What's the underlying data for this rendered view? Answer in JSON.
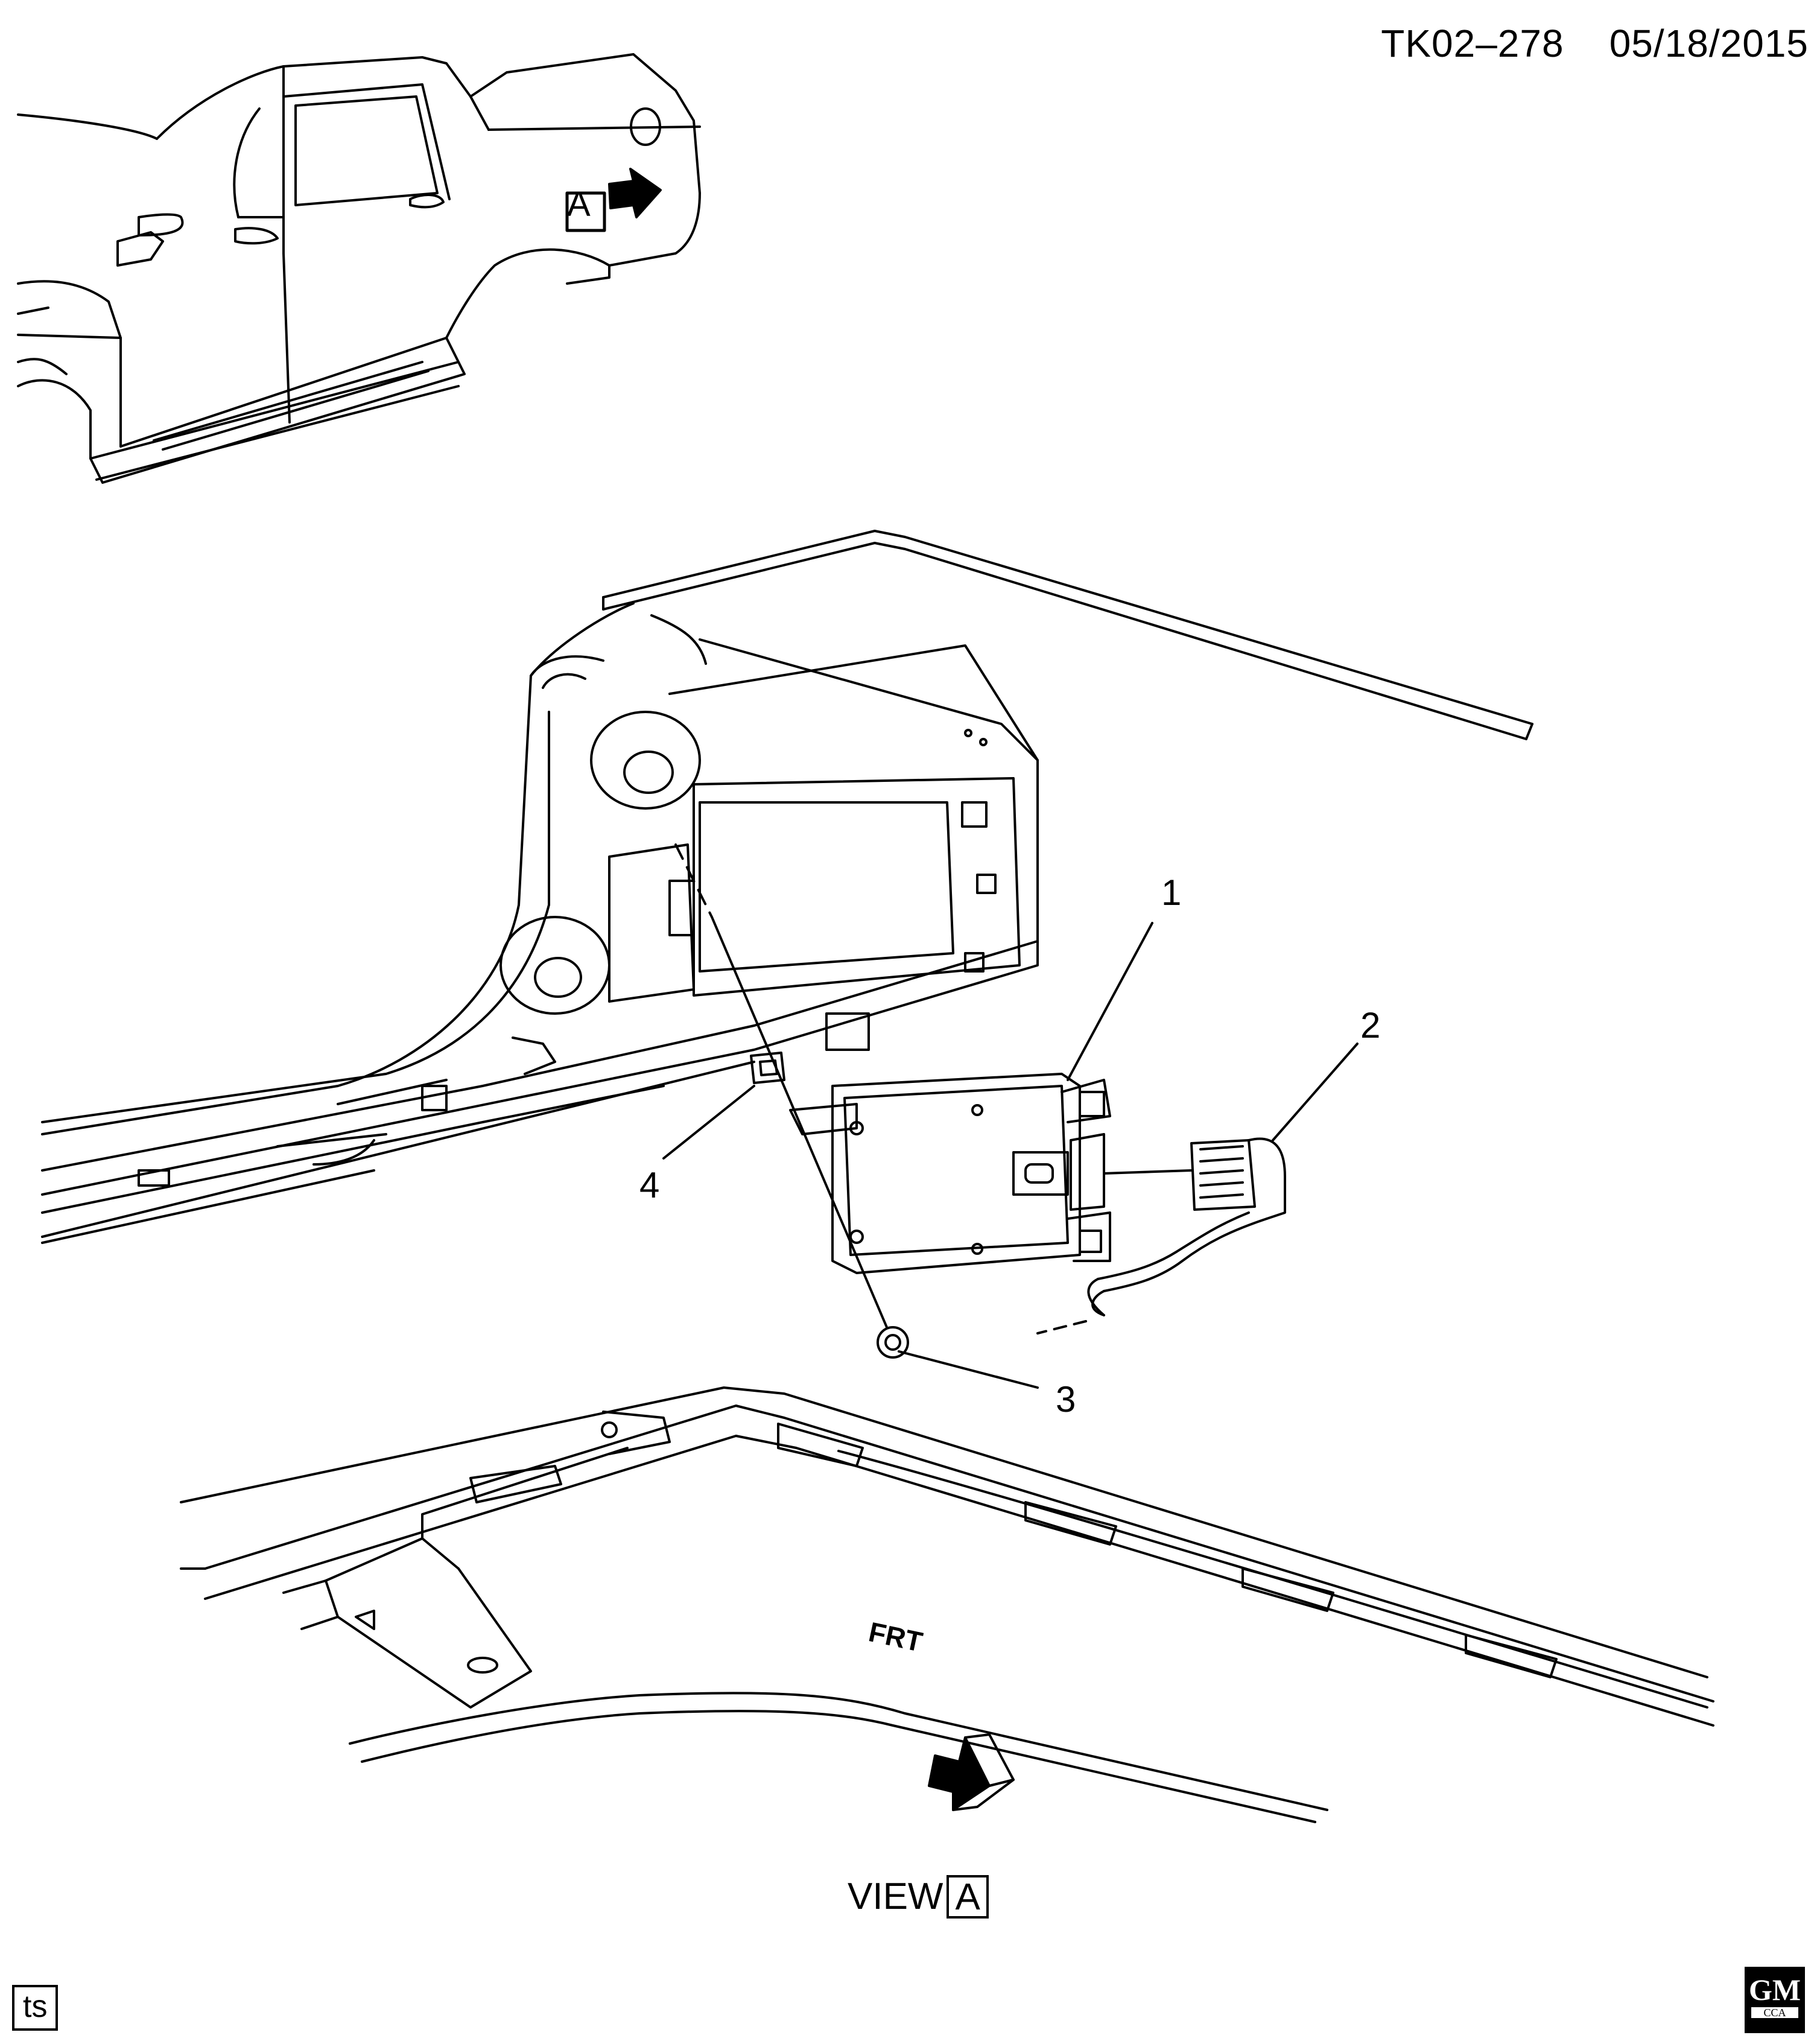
{
  "header": {
    "code": "TK02–278",
    "date": "05/18/2015"
  },
  "callouts": [
    "1",
    "2",
    "3",
    "4"
  ],
  "view_arrow_label": "A",
  "view_label": {
    "text": "VIEW",
    "letter": "A"
  },
  "frt_label": "FRT",
  "corner_left": "ts",
  "corner_right": {
    "brand": "GM",
    "sub": "CCA"
  }
}
